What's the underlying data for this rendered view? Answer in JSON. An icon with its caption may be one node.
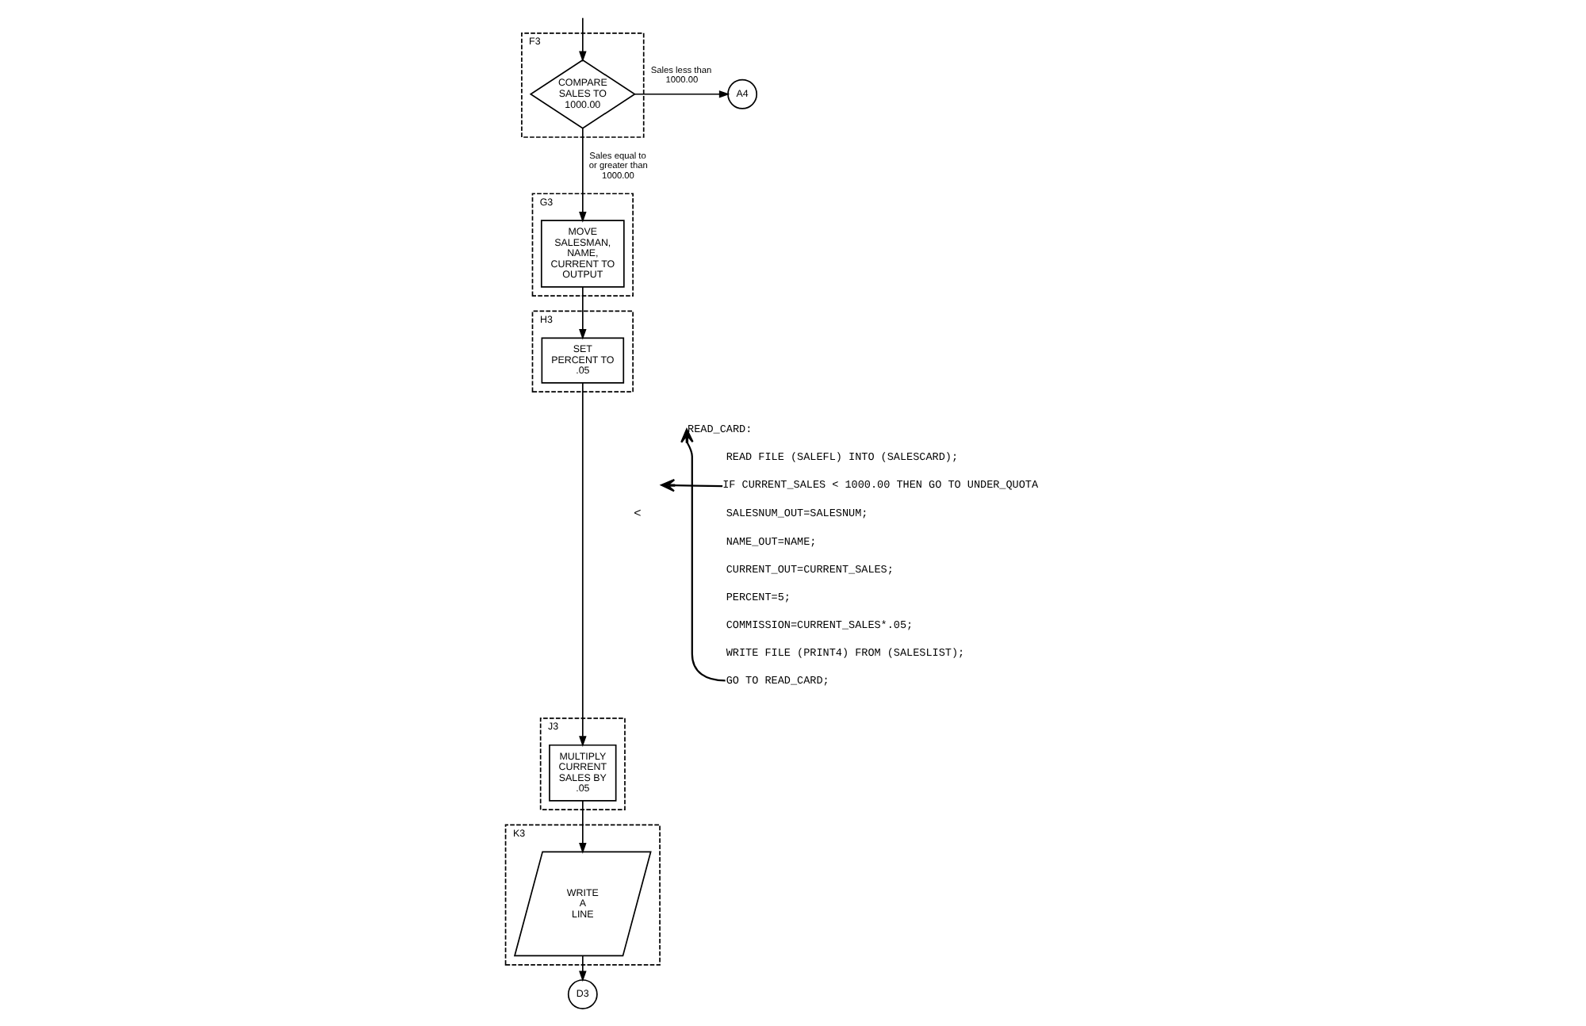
{
  "diagram": {
    "nodes": [
      {
        "text": [
          "F3"
        ]
      },
      {
        "text": [
          "COMPARE SALES TO 1000.00"
        ],
        "in": 0
      },
      {
        "text": [
          "A4"
        ]
      },
      {
        "text": [
          "G3"
        ]
      },
      {
        "text": [
          "MOVE SALESMAN, NAME, CURRENT TO OUTPUT"
        ],
        "in": 3
      },
      {
        "text": [
          "H3"
        ]
      },
      {
        "text": [
          "SET PERCENT TO .05"
        ],
        "in": 5
      },
      {
        "text": [
          "J3"
        ]
      },
      {
        "text": [
          "MULTIPLY CURRENT SALES BY .05"
        ],
        "in": 7
      },
      {
        "text": [
          "K3"
        ]
      },
      {
        "text": [
          "WRITE A LINE"
        ],
        "in": 9
      },
      {
        "text": [
          "D3"
        ]
      },
      {
        "text": [
          "READ_CARD:"
        ]
      },
      {
        "text": [
          "IF CURRENT_SALES < 1000.00 THEN GO TO UNDER_QUOTA"
        ]
      },
      {
        "text": [
          "GO TO READ_CARD;"
        ]
      }
    ],
    "edges": [
      {
        "from": null,
        "to": 1,
        "arrow": "to"
      },
      {
        "from": 1,
        "to": 2,
        "arrow": "to",
        "label": "Sales less than 1000.00"
      },
      {
        "from": 1,
        "to": 4,
        "arrow": "to",
        "label": "Sales equal to or greater than 1000.00"
      },
      {
        "from": 4,
        "to": 6,
        "arrow": "to"
      },
      {
        "from": 6,
        "to": 8,
        "arrow": "to"
      },
      {
        "from": 8,
        "to": 10,
        "arrow": "to"
      },
      {
        "from": 10,
        "to": 11,
        "arrow": "to"
      },
      {
        "from": 14,
        "to": 12,
        "arrow": "to"
      },
      {
        "from": 13,
        "to": null,
        "arrow": "to"
      }
    ],
    "labels": [
      "READ FILE (SALEFL) INTO (SALESCARD);",
      "<",
      "SALESNUM_OUT=SALESNUM;",
      "NAME_OUT=NAME;",
      "CURRENT_OUT=CURRENT_SALES;",
      "PERCENT=5;",
      "COMMISSION=CURRENT_SALES*.05;",
      "WRITE FILE (PRINT4) FROM (SALESLIST);"
    ]
  }
}
